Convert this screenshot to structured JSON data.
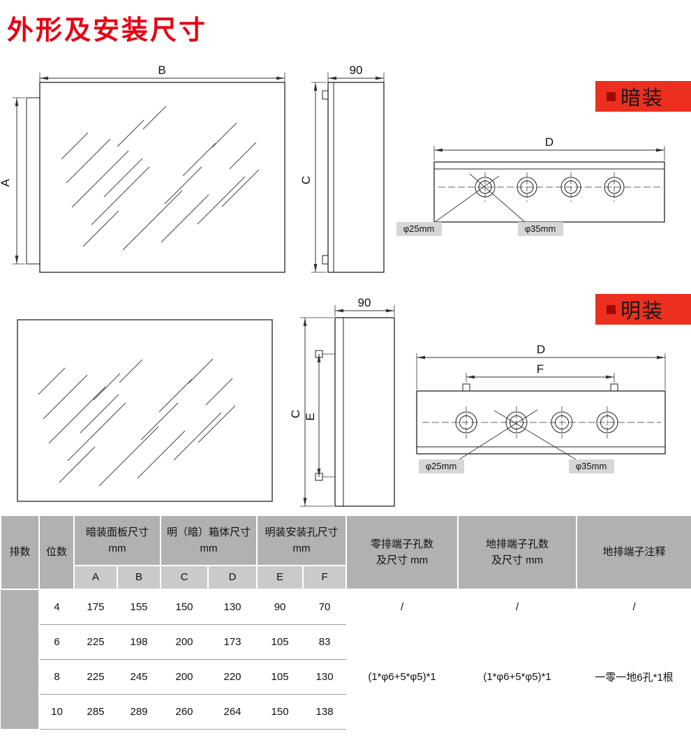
{
  "title": "外形及安装尺寸",
  "colors": {
    "accent_red": "#e60012",
    "badge_background": "#ed2f1f",
    "badge_bullet": "#9e0b05",
    "header_gray": "#b1b1b1",
    "subheader_gray": "#cacaca"
  },
  "sections": {
    "concealed": {
      "badge": "暗装",
      "front": {
        "width_label": "B",
        "height_label": "A"
      },
      "side": {
        "width_label": "90",
        "height_label": "C"
      },
      "top": {
        "width_label": "D",
        "small_hole": "φ25mm",
        "large_hole": "φ35mm"
      }
    },
    "surface": {
      "badge": "明装",
      "side": {
        "width_label": "90",
        "height_label": "C",
        "hole_span_label": "E"
      },
      "top": {
        "width_label": "D",
        "inner_span_label": "F",
        "small_hole": "φ25mm",
        "large_hole": "φ35mm"
      }
    }
  },
  "table": {
    "header": {
      "rows": "排数",
      "positions": "位数",
      "concealed_panel": "暗装面板尺寸\nmm",
      "box_size": "明（暗）箱体尺寸\nmm",
      "surface_holes": "明装安装孔尺寸\nmm",
      "zero_bar": "零排端子孔数\n及尺寸 mm",
      "ground_bar": "地排端子孔数\n及尺寸 mm",
      "ground_note": "地排端子注释",
      "sub": {
        "a": "A",
        "b": "B",
        "c": "C",
        "d": "D",
        "e": "E",
        "f": "F"
      }
    },
    "rows": [
      {
        "positions": "4",
        "a": "175",
        "b": "155",
        "c": "150",
        "d": "130",
        "e": "90",
        "f": "70",
        "zero": "/",
        "ground": "/",
        "note": "/"
      },
      {
        "positions": "6",
        "a": "225",
        "b": "198",
        "c": "200",
        "d": "173",
        "e": "105",
        "f": "83"
      },
      {
        "positions": "8",
        "a": "225",
        "b": "245",
        "c": "200",
        "d": "220",
        "e": "105",
        "f": "130"
      },
      {
        "positions": "10",
        "a": "285",
        "b": "289",
        "c": "260",
        "d": "264",
        "e": "150",
        "f": "138"
      }
    ],
    "merged": {
      "zero": "(1*φ6+5*φ5)*1",
      "ground": "(1*φ6+5*φ5)*1",
      "note": "一零一地6孔*1根"
    }
  }
}
